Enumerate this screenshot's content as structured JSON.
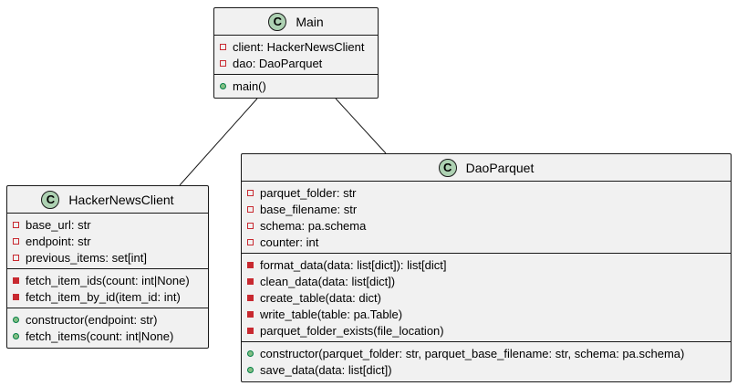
{
  "classes": {
    "main": {
      "badge": "C",
      "name": "Main",
      "fields": [
        {
          "visibility": "private",
          "text": "client: HackerNewsClient"
        },
        {
          "visibility": "private",
          "text": "dao: DaoParquet"
        }
      ],
      "methods": [
        {
          "visibility": "public",
          "text": "main()"
        }
      ]
    },
    "hacker_news_client": {
      "badge": "C",
      "name": "HackerNewsClient",
      "fields": [
        {
          "visibility": "private",
          "text": "base_url: str"
        },
        {
          "visibility": "private",
          "text": "endpoint: str"
        },
        {
          "visibility": "private",
          "text": "previous_items: set[int]"
        }
      ],
      "private_methods": [
        {
          "visibility": "private",
          "text": "fetch_item_ids(count: int|None)"
        },
        {
          "visibility": "private",
          "text": "fetch_item_by_id(item_id: int)"
        }
      ],
      "methods": [
        {
          "visibility": "public",
          "text": "constructor(endpoint: str)"
        },
        {
          "visibility": "public",
          "text": "fetch_items(count: int|None)"
        }
      ]
    },
    "dao_parquet": {
      "badge": "C",
      "name": "DaoParquet",
      "fields": [
        {
          "visibility": "private",
          "text": "parquet_folder: str"
        },
        {
          "visibility": "private",
          "text": "base_filename: str"
        },
        {
          "visibility": "private",
          "text": "schema: pa.schema"
        },
        {
          "visibility": "private",
          "text": "counter: int"
        }
      ],
      "private_methods": [
        {
          "visibility": "private",
          "text": "format_data(data: list[dict]): list[dict]"
        },
        {
          "visibility": "private",
          "text": "clean_data(data: list[dict])"
        },
        {
          "visibility": "private",
          "text": "create_table(data: dict)"
        },
        {
          "visibility": "private",
          "text": "write_table(table: pa.Table)"
        },
        {
          "visibility": "private",
          "text": "parquet_folder_exists(file_location)"
        }
      ],
      "methods": [
        {
          "visibility": "public",
          "text": "constructor(parquet_folder: str, parquet_base_filename: str, schema: pa.schema)"
        },
        {
          "visibility": "public",
          "text": "save_data(data: list[dict])"
        }
      ]
    }
  },
  "associations": [
    {
      "from": "Main",
      "to": "HackerNewsClient"
    },
    {
      "from": "Main",
      "to": "DaoParquet"
    }
  ],
  "colors": {
    "class_fill": "#f1f1f1",
    "border": "#181818",
    "badge_fill": "#add1b2",
    "private_marker": "#c82930",
    "public_marker": "#84be84"
  }
}
